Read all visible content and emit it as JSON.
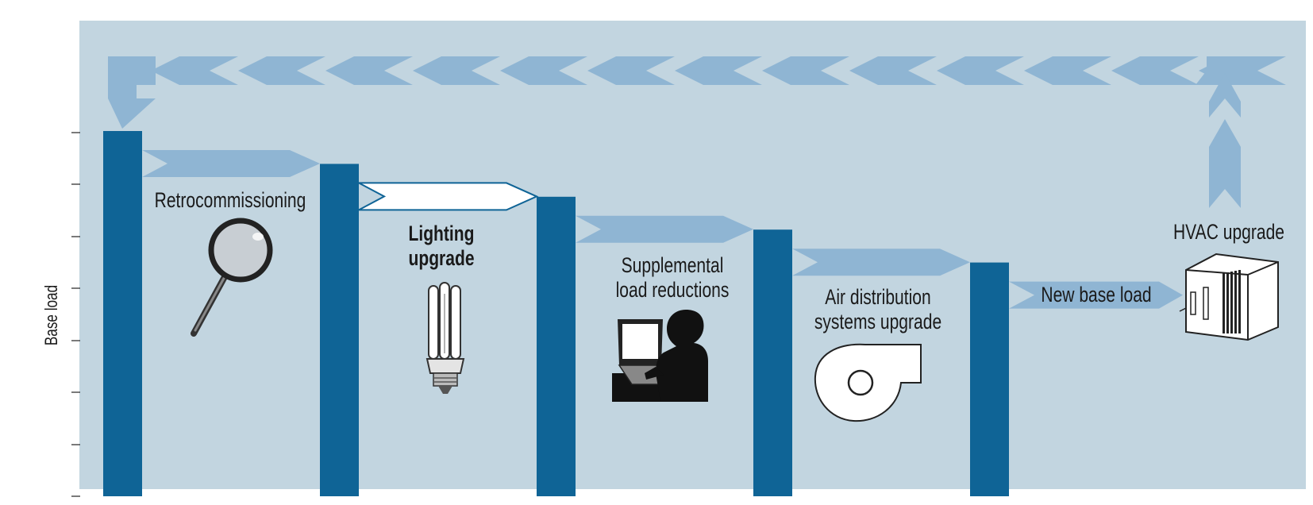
{
  "axis": {
    "ylabel": "Base load"
  },
  "colors": {
    "background": "#c2d5e0",
    "bar": "#0f6496",
    "arrow": "#8fb5d3",
    "highlight_arrow_fill": "#ffffff",
    "highlight_arrow_stroke": "#0f6496",
    "text": "#1a1a1a"
  },
  "steps": [
    {
      "lines": [
        "Retrocommissioning"
      ],
      "bold": false,
      "icon": "magnifying-glass-icon",
      "highlighted": false
    },
    {
      "lines": [
        "Lighting",
        "upgrade"
      ],
      "bold": true,
      "icon": "cfl-bulb-icon",
      "highlighted": true
    },
    {
      "lines": [
        "Supplemental",
        "load reductions"
      ],
      "bold": false,
      "icon": "person-at-computer-icon",
      "highlighted": false
    },
    {
      "lines": [
        "Air distribution",
        "systems upgrade"
      ],
      "bold": false,
      "icon": "blower-fan-icon",
      "highlighted": false
    },
    {
      "lines": [
        "New base load"
      ],
      "bold": false,
      "icon": "",
      "highlighted": false
    }
  ],
  "final_step": {
    "lines": [
      "HVAC upgrade"
    ],
    "icon": "hvac-unit-icon"
  },
  "relative_bar_heights": [
    1.0,
    0.91,
    0.82,
    0.73,
    0.64
  ]
}
